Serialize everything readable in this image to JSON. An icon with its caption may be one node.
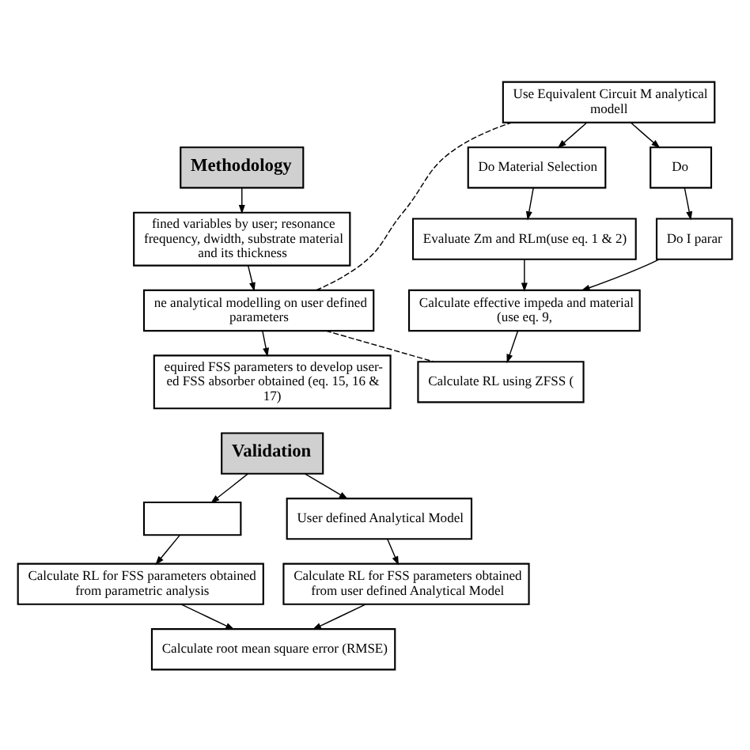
{
  "diagram": {
    "nodes": [
      {
        "text": [
          "Methodology"
        ]
      },
      {
        "text": [
          "fined variables by user; resonance frequency, dwidth, substrate material and its thickness"
        ]
      },
      {
        "text": [
          "ne analytical modelling on user defined parameters"
        ]
      },
      {
        "text": [
          "equired FSS parameters to develop user- ed FSS absorber obtained (eq. 15, 16 & 17)"
        ]
      },
      {
        "text": [
          "Use Equivalent Circuit M analytical modell"
        ]
      },
      {
        "text": [
          "Do Material Selection"
        ]
      },
      {
        "text": [
          "Do"
        ]
      },
      {
        "text": [
          "Evaluate Zm and RLm(use eq. 1 & 2)"
        ]
      },
      {
        "text": [
          "Do I parar"
        ]
      },
      {
        "text": [
          "Calculate effective impeda and material (use eq. 9,"
        ]
      },
      {
        "text": [
          "Calculate RL using ZFSS ("
        ]
      },
      {
        "text": [
          "Validation"
        ]
      },
      {
        "text": [],
        "shape": "box"
      },
      {
        "text": [
          "User defined Analytical Model"
        ]
      },
      {
        "text": [
          "Calculate RL for FSS parameters obtained from parametric analysis"
        ]
      },
      {
        "text": [
          "Calculate RL for FSS parameters obtained from user defined Analytical Model"
        ]
      },
      {
        "text": [
          "Calculate root mean square error (RMSE)"
        ]
      }
    ],
    "edges": [
      {
        "from": 0,
        "to": 1,
        "arrow": "to"
      },
      {
        "from": 1,
        "to": 2,
        "arrow": "to"
      },
      {
        "from": 2,
        "to": 3,
        "arrow": "to"
      },
      {
        "from": 2,
        "to": 4,
        "arrow": "none",
        "style": "dashed"
      },
      {
        "from": 2,
        "to": 10,
        "arrow": "none",
        "style": "dashed"
      },
      {
        "from": 4,
        "to": 5,
        "arrow": "to"
      },
      {
        "from": 4,
        "to": 6,
        "arrow": "to"
      },
      {
        "from": 5,
        "to": 7,
        "arrow": "to"
      },
      {
        "from": 6,
        "to": 8,
        "arrow": "to"
      },
      {
        "from": 7,
        "to": 9,
        "arrow": "to"
      },
      {
        "from": 8,
        "to": 9,
        "arrow": "to"
      },
      {
        "from": 9,
        "to": 10,
        "arrow": "to"
      },
      {
        "from": 11,
        "to": 12,
        "arrow": "to"
      },
      {
        "from": 11,
        "to": 13,
        "arrow": "to"
      },
      {
        "from": 12,
        "to": 14,
        "arrow": "to"
      },
      {
        "from": 13,
        "to": 15,
        "arrow": "to"
      },
      {
        "from": 14,
        "to": 16,
        "arrow": "to"
      },
      {
        "from": 15,
        "to": 16,
        "arrow": "to"
      }
    ]
  }
}
